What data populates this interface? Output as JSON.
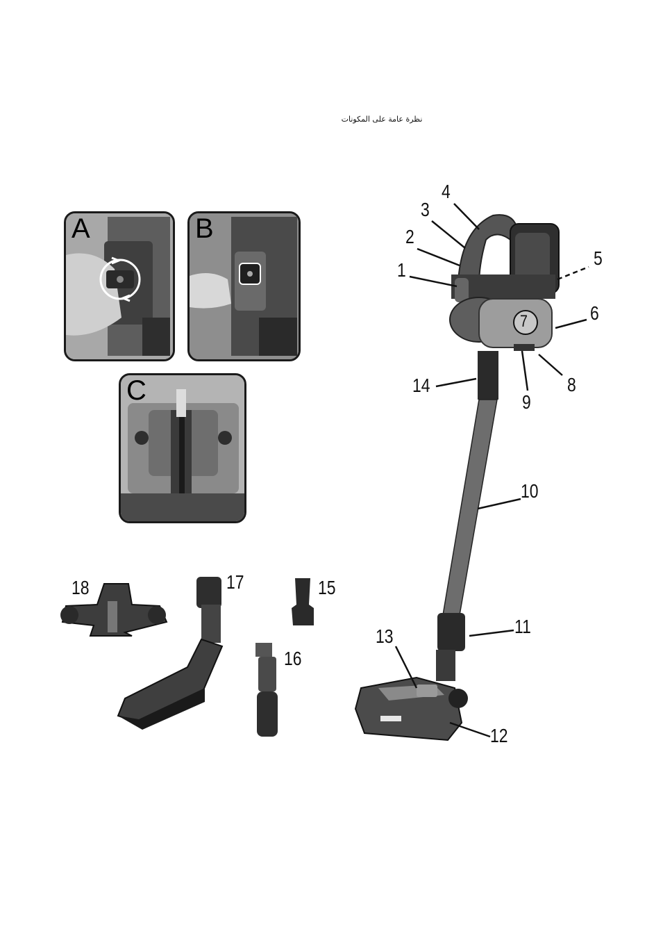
{
  "page": {
    "title": "نظرة عامة على المكونات"
  },
  "panels": {
    "a": "A",
    "b": "B",
    "c": "C",
    "c_circle": "7"
  },
  "callouts": {
    "n1": "1",
    "n2": "2",
    "n3": "3",
    "n4": "4",
    "n5": "5",
    "n6": "6",
    "n7": "7",
    "n8": "8",
    "n9": "9",
    "n10": "10",
    "n11": "11",
    "n12": "12",
    "n13": "13",
    "n14": "14",
    "n15": "15",
    "n16": "16",
    "n17": "17",
    "n18": "18"
  },
  "colors": {
    "frame": "#1a1a1a",
    "body_dark": "#3a3a3a",
    "body_mid": "#7a7a7a",
    "body_light": "#bdbdbd"
  }
}
